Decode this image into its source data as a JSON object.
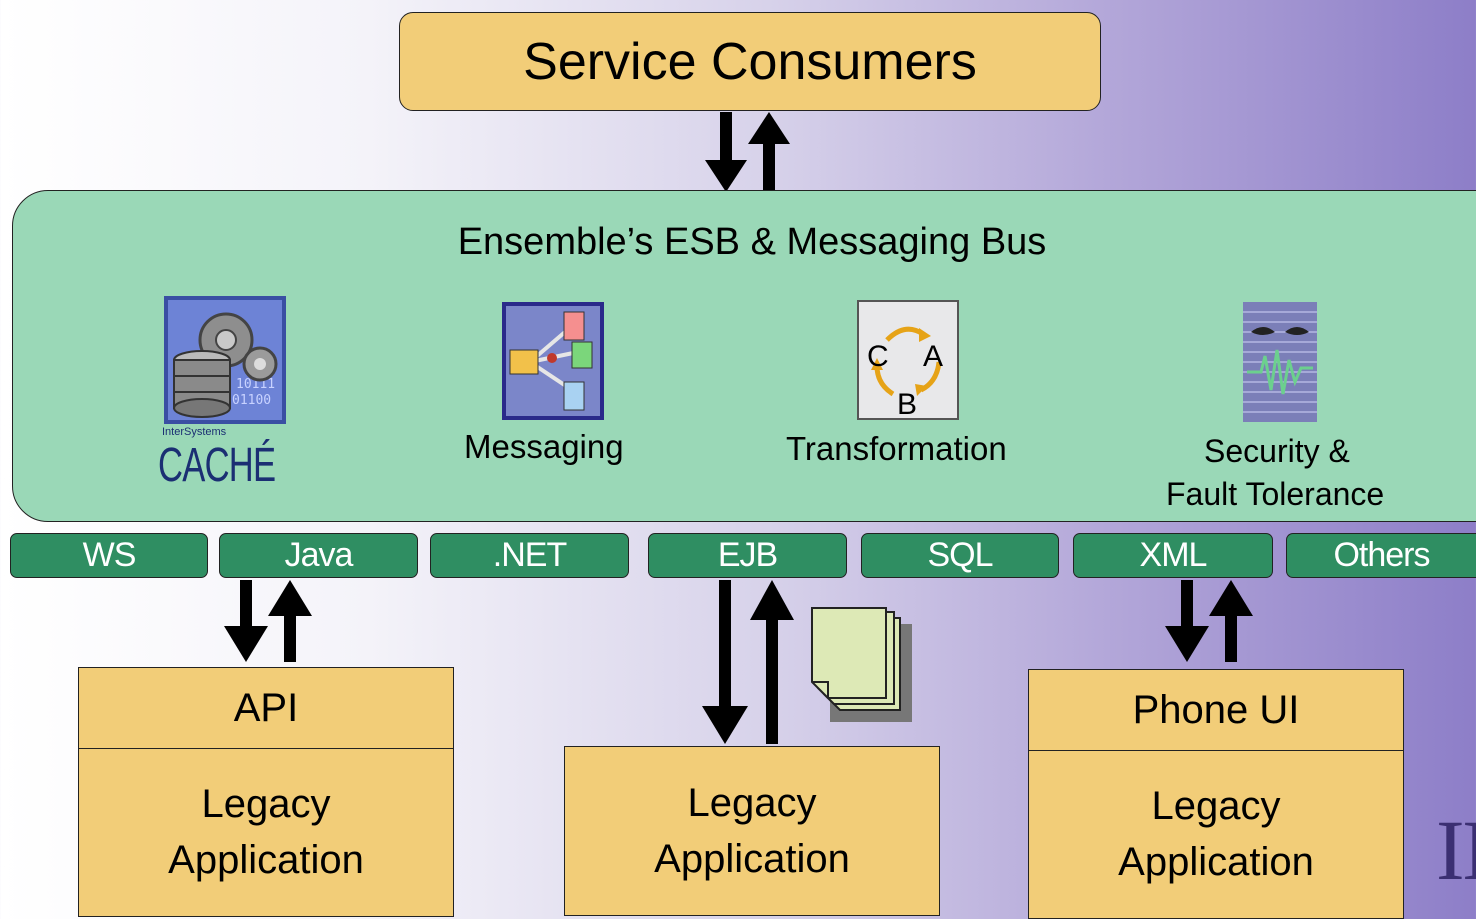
{
  "header": {
    "consumers_label": "Service Consumers"
  },
  "bus": {
    "title": "Ensemble’s ESB & Messaging Bus",
    "components": [
      {
        "name": "cache-icon",
        "label_top": "InterSystems",
        "label": "CACHÉ"
      },
      {
        "name": "messaging-icon",
        "label": "Messaging"
      },
      {
        "name": "transformation-icon",
        "label": "Transformation",
        "glyphs": [
          "C",
          "A",
          "B"
        ]
      },
      {
        "name": "security-icon",
        "label_line1": "Security &",
        "label_line2": "Fault Tolerance"
      }
    ]
  },
  "connectors": [
    "WS",
    "Java",
    ".NET",
    "EJB",
    "SQL",
    "XML",
    "Others"
  ],
  "apps": [
    {
      "interface": "API",
      "body": "Legacy\nApplication"
    },
    {
      "interface": "",
      "body": "Legacy\nApplication"
    },
    {
      "interface": "Phone UI",
      "body": "Legacy\nApplication"
    }
  ],
  "branding": {
    "logo_fragment": "IN"
  },
  "colors": {
    "box_fill": "#f2cd78",
    "bus_fill": "#9ad8b7",
    "connector_fill": "#2f8e62"
  }
}
